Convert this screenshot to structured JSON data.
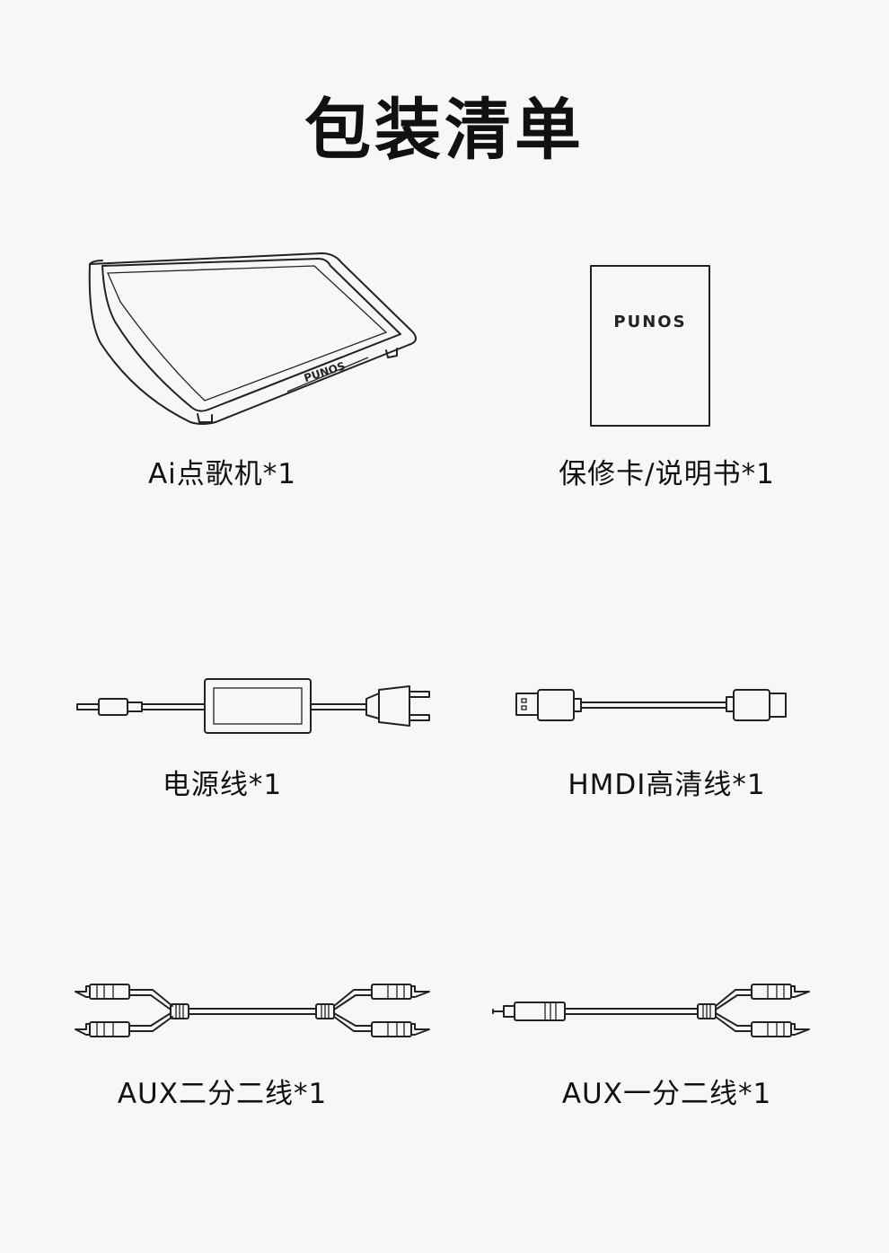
{
  "page": {
    "title": "包装清单"
  },
  "items": [
    {
      "label": "Ai点歌机*1",
      "icon": "karaoke-machine-icon",
      "logo": "PUNOS"
    },
    {
      "label": "保修卡/说明书*1",
      "icon": "manual-icon",
      "logo": "PUNOS"
    },
    {
      "label": "电源线*1",
      "icon": "power-cable-icon"
    },
    {
      "label": "HMDI高清线*1",
      "icon": "hdmi-cable-icon"
    },
    {
      "label": "AUX二分二线*1",
      "icon": "aux-2to2-cable-icon"
    },
    {
      "label": "AUX一分二线*1",
      "icon": "aux-1to2-cable-icon"
    }
  ]
}
